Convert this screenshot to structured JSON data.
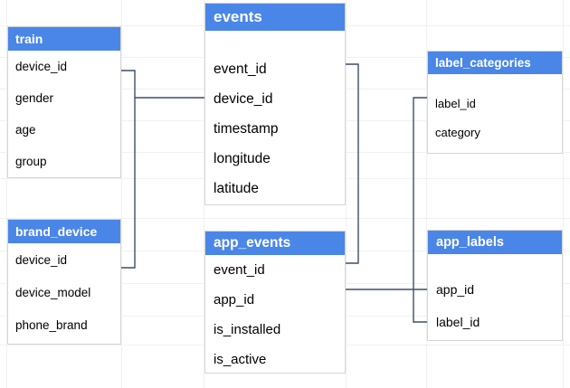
{
  "diagram": {
    "title": "database-schema-er-diagram",
    "accent_header_color": "#4a86e8",
    "connector_color": "#3d4f66",
    "background_color": "#ffffff",
    "tables": [
      {
        "id": "train",
        "name": "train",
        "fields": [
          "device_id",
          "gender",
          "age",
          "group"
        ]
      },
      {
        "id": "events",
        "name": "events",
        "fields": [
          "event_id",
          "device_id",
          "timestamp",
          "longitude",
          "latitude"
        ]
      },
      {
        "id": "label_categories",
        "name": "label_categories",
        "fields": [
          "label_id",
          "category"
        ]
      },
      {
        "id": "brand_device",
        "name": "brand_device",
        "fields": [
          "device_id",
          "device_model",
          "phone_brand"
        ]
      },
      {
        "id": "app_events",
        "name": "app_events",
        "fields": [
          "event_id",
          "app_id",
          "is_installed",
          "is_active"
        ]
      },
      {
        "id": "app_labels",
        "name": "app_labels",
        "fields": [
          "app_id",
          "label_id"
        ]
      }
    ],
    "relationships": [
      {
        "from": "train.device_id",
        "to": "events.device_id"
      },
      {
        "from": "brand_device.device_id",
        "to": "events.device_id"
      },
      {
        "from": "events.event_id",
        "to": "app_events.event_id"
      },
      {
        "from": "app_events.app_id",
        "to": "app_labels.app_id"
      },
      {
        "from": "app_labels.label_id",
        "to": "label_categories.label_id"
      }
    ]
  }
}
